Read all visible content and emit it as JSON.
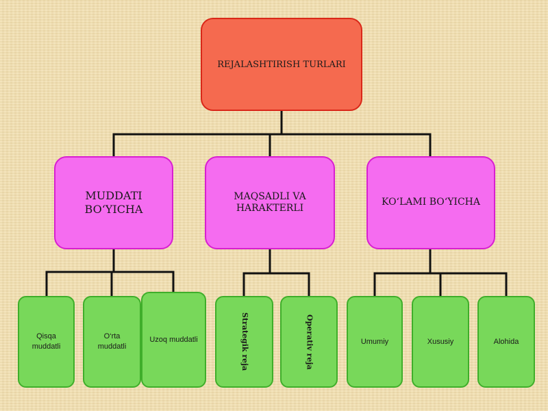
{
  "diagram": {
    "root": {
      "label": "REJALASHTIRISH TURLARI"
    },
    "categories": [
      {
        "label": "MUDDATI BO‘YICHA"
      },
      {
        "label": "MAQSADLI VA HARAKTERLI"
      },
      {
        "label": "KO‘LAMI BO‘YICHA"
      }
    ],
    "leaves": {
      "muddati": [
        {
          "label": "Qisqa muddatli"
        },
        {
          "label": "O‘rta muddatli"
        },
        {
          "label": "Uzoq muddatli"
        }
      ],
      "maqsadli": [
        {
          "label": "Strategik reja"
        },
        {
          "label": "Operativ reja"
        }
      ],
      "kolami": [
        {
          "label": "Umumiy"
        },
        {
          "label": "Xususiy"
        },
        {
          "label": "Alohida"
        }
      ]
    },
    "colors": {
      "background": "#f2deae",
      "root_fill": "#f56a4f",
      "root_border": "#d92718",
      "category_fill": "#f56cf0",
      "category_border": "#d81fd0",
      "leaf_fill": "#78d85a",
      "leaf_border": "#3fae2a",
      "connector": "#111111"
    }
  }
}
